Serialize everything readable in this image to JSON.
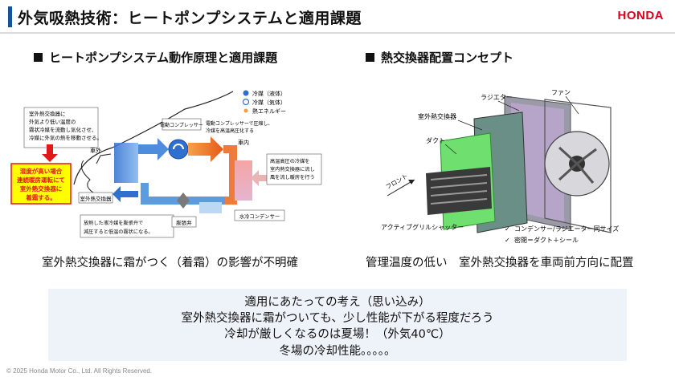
{
  "header": {
    "title": "外気吸熱技術：ヒートポンプシステムと適用課題",
    "logo": "HONDA",
    "accent_color": "#1a4f9c",
    "logo_color": "#d6001c"
  },
  "left": {
    "heading": "ヒートポンプシステム動作原理と適用課題",
    "legend": {
      "liquid": "冷媒（液体）",
      "gas": "冷媒（気体）",
      "heat": "熱エネルギー"
    },
    "note_top": [
      "室外熱交換器に",
      "外気より低い温度の",
      "霧状冷媒を流動し気化させ、",
      "冷媒に外気の熱を移動させる。"
    ],
    "warning": [
      "湿度が高い場合",
      "連続暖房運転にて",
      "室外熱交換器に",
      "着霜する。"
    ],
    "label_outside": "車外",
    "label_inside": "車内",
    "label_compressor": "電動コンプレッサー",
    "note_compressor": [
      "電動コンプレッサーで圧縮し、",
      "冷媒を高温高圧化する"
    ],
    "note_right": [
      "高温高圧の冷媒を",
      "室内熱交換器に流し",
      "風を流し暖房を行う"
    ],
    "label_outdoor_hx": "室外熱交換器",
    "note_bottom": [
      "放熱した液冷媒を膨張弁で",
      "減圧すると低温の霧状になる。"
    ],
    "label_valve": "膨張弁",
    "label_condenser": "水冷コンデンサー",
    "caption": "室外熱交換器に霜がつく（着霜）の影響が不明確"
  },
  "right": {
    "heading": "熱交換器配置コンセプト",
    "label_radiator": "ラジエター",
    "label_fan": "ファン",
    "label_outdoor_hx": "室外熱交換器",
    "label_duct": "ダクト",
    "label_front": "フロント",
    "label_shutter": "アクティブグリルシャッター",
    "checks": [
      "コンデンサー/ラジエーター同サイズ",
      "密閉＝ダクト＋シール"
    ],
    "caption": "管理温度の低い　室外熱交換器を車両前方向に配置"
  },
  "bottom": {
    "lines": [
      "適用にあたっての考え（思い込み）",
      "室外熱交換器に霜がついても、少し性能が下がる程度だろう",
      "冷却が厳しくなるのは夏場！（外気40℃）",
      "冬場の冷却性能。。。。。"
    ]
  },
  "footer": {
    "copyright": "© 2025 Honda Motor Co., Ltd. All Rights Reserved."
  }
}
